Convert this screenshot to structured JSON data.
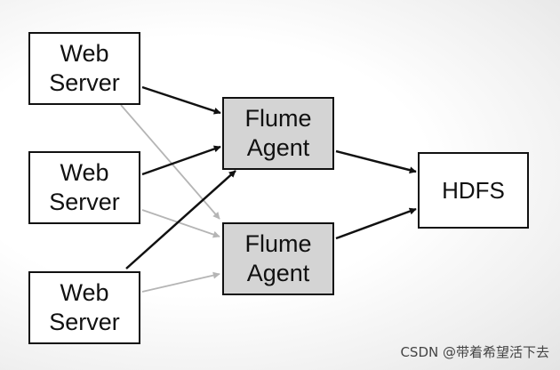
{
  "nodes": {
    "web_server_1": [
      "Web",
      "Server"
    ],
    "web_server_2": [
      "Web",
      "Server"
    ],
    "web_server_3": [
      "Web",
      "Server"
    ],
    "flume_agent_1": [
      "Flume",
      "Agent"
    ],
    "flume_agent_2": [
      "Flume",
      "Agent"
    ],
    "hdfs": "HDFS"
  },
  "edges": [
    {
      "from": "web_server_1",
      "to": "flume_agent_1",
      "style": "primary"
    },
    {
      "from": "web_server_2",
      "to": "flume_agent_1",
      "style": "primary"
    },
    {
      "from": "web_server_3",
      "to": "flume_agent_1",
      "style": "primary"
    },
    {
      "from": "web_server_1",
      "to": "flume_agent_2",
      "style": "secondary"
    },
    {
      "from": "web_server_2",
      "to": "flume_agent_2",
      "style": "secondary"
    },
    {
      "from": "web_server_3",
      "to": "flume_agent_2",
      "style": "secondary"
    },
    {
      "from": "flume_agent_1",
      "to": "hdfs",
      "style": "primary"
    },
    {
      "from": "flume_agent_2",
      "to": "hdfs",
      "style": "primary"
    }
  ],
  "colors": {
    "primary_edge": "#111111",
    "secondary_edge": "#b5b5b5",
    "agent_fill": "#d4d4d4"
  },
  "watermark": "CSDN @带着希望活下去"
}
